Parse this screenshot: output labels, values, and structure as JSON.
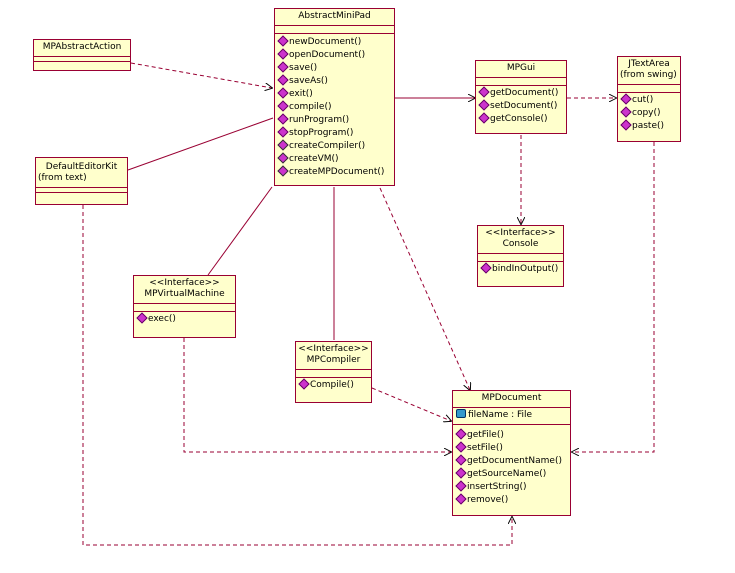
{
  "classes": {
    "abstract_mini_pad": {
      "name": "AbstractMiniPad",
      "operations": [
        "newDocument()",
        "openDocument()",
        "save()",
        "saveAs()",
        "exit()",
        "compile()",
        "runProgram()",
        "stopProgram()",
        "createCompiler()",
        "createVM()",
        "createMPDocument()"
      ]
    },
    "mp_abstract_action": {
      "name": "MPAbstractAction"
    },
    "default_editor_kit": {
      "name": "DefaultEditorKit",
      "package": "(from text)"
    },
    "mp_gui": {
      "name": "MPGui",
      "operations": [
        "getDocument()",
        "setDocument()",
        "getConsole()"
      ]
    },
    "jtext_area": {
      "name": "JTextArea",
      "package": "(from swing)",
      "operations": [
        "cut()",
        "copy()",
        "paste()"
      ]
    },
    "console": {
      "stereotype": "<<Interface>>",
      "name": "Console",
      "operations": [
        "bindInOutput()"
      ]
    },
    "mp_virtual_machine": {
      "stereotype": "<<Interface>>",
      "name": "MPVirtualMachine",
      "operations": [
        "exec()"
      ]
    },
    "mp_compiler": {
      "stereotype": "<<Interface>>",
      "name": "MPCompiler",
      "operations": [
        "Compile()"
      ]
    },
    "mp_document": {
      "name": "MPDocument",
      "attributes": [
        "fileName : File"
      ],
      "operations": [
        "getFile()",
        "setFile()",
        "getDocumentName()",
        "getSourceName()",
        "insertString()",
        "remove()"
      ]
    }
  },
  "colors": {
    "box_fill": "#ffffcc",
    "box_border": "#990033",
    "line": "#990033",
    "operation_icon": "#cc33cc",
    "attribute_icon": "#3399cc"
  },
  "icons": {
    "operation": "diamond-operation-icon",
    "abstract_operation": "abstract-operation-icon",
    "attribute": "attribute-icon"
  }
}
